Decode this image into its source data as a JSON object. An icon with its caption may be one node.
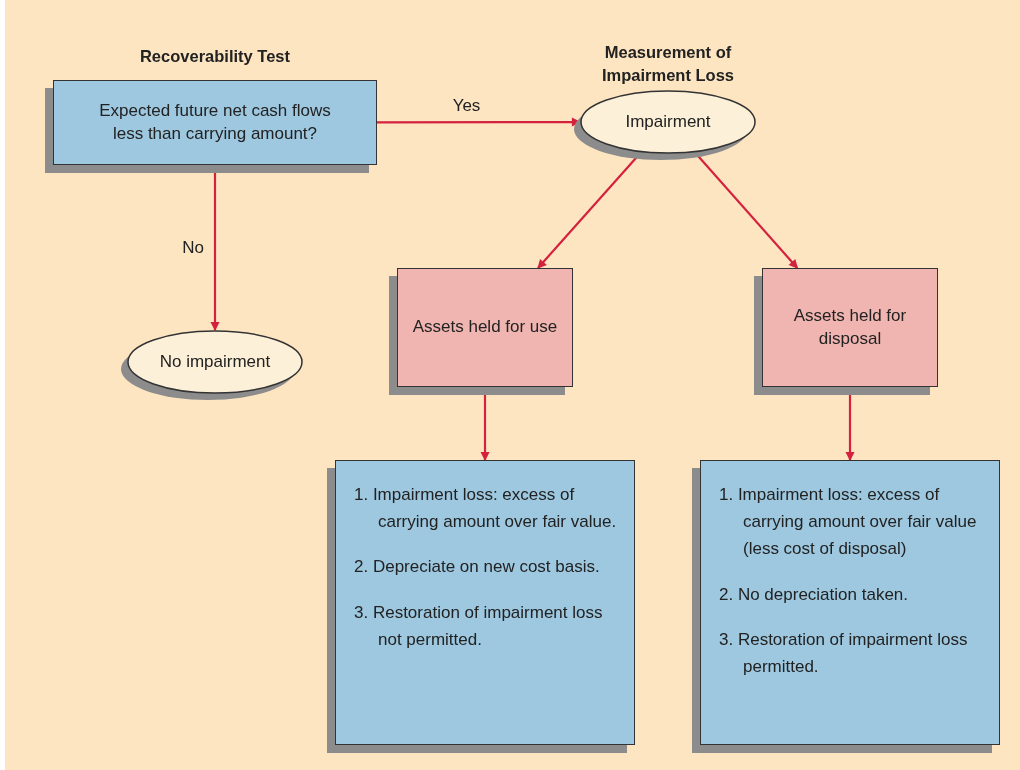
{
  "diagram": {
    "nodes": [
      {
        "text": [
          "Recoverability Test",
          "Expected future net cash flows less than carrying amount?"
        ]
      },
      {
        "text": [
          "Measurement of Impairment Loss",
          "Impairment"
        ]
      },
      {
        "text": [
          "No impairment"
        ]
      },
      {
        "text": [
          "Assets held for use"
        ]
      },
      {
        "text": [
          "Assets held for disposal"
        ]
      },
      {
        "text": [
          "1. Impairment loss: excess of carrying amount over fair value.",
          "2. Depreciate on new cost basis.",
          "3. Restoration of impairment loss not permitted."
        ]
      },
      {
        "text": [
          "1. Impairment loss: excess of carrying amount over fair value (less cost of disposal)",
          "2. No depreciation taken.",
          "3. Restoration of impairment loss permitted."
        ]
      }
    ],
    "edges": [
      {
        "from": 0,
        "to": 1,
        "arrow": "to",
        "label": "Yes"
      },
      {
        "from": 0,
        "to": 2,
        "arrow": "to",
        "label": "No"
      },
      {
        "from": 1,
        "to": 3,
        "arrow": "to"
      },
      {
        "from": 1,
        "to": 4,
        "arrow": "to"
      },
      {
        "from": 3,
        "to": 5,
        "arrow": "to"
      },
      {
        "from": 4,
        "to": 6,
        "arrow": "to"
      }
    ]
  }
}
